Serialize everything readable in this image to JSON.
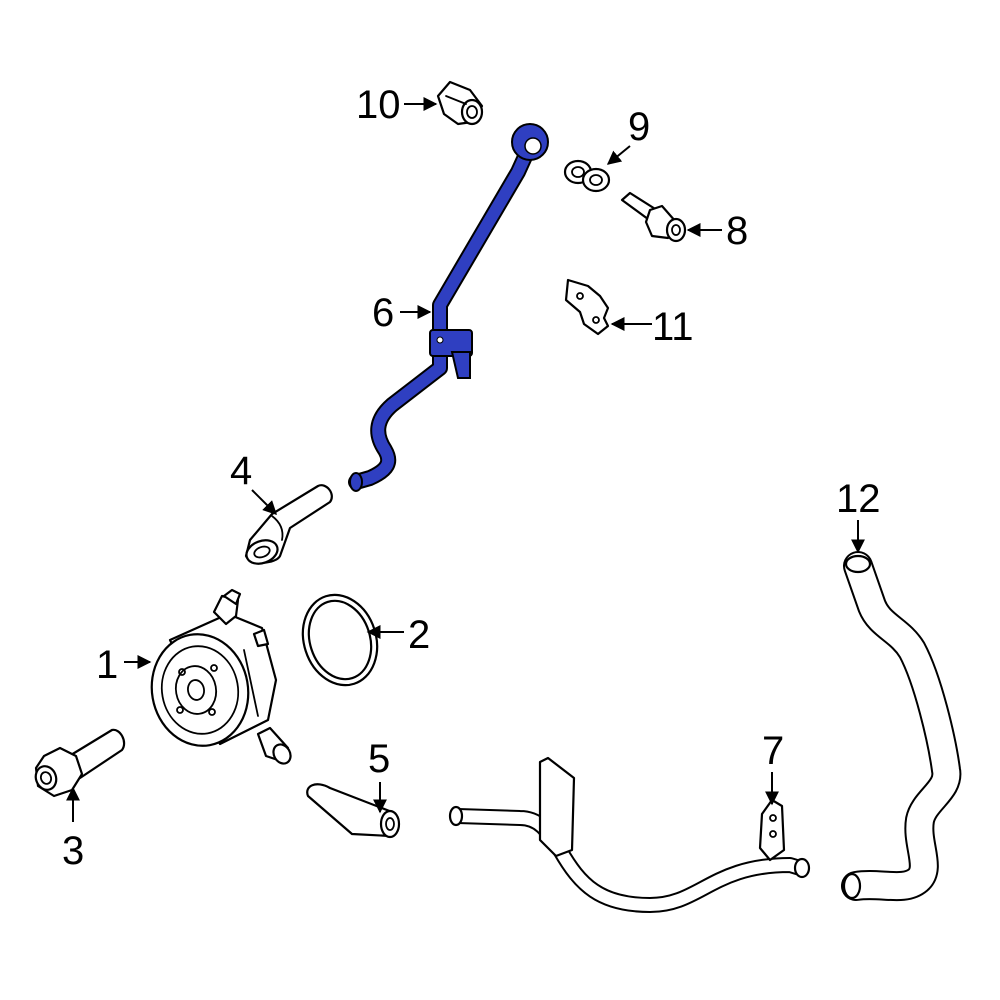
{
  "diagram": {
    "highlight_color": "#2f3fc1",
    "outline_color": "#000000",
    "background_color": "#ffffff",
    "callouts": [
      {
        "id": "1",
        "label": "1"
      },
      {
        "id": "2",
        "label": "2"
      },
      {
        "id": "3",
        "label": "3"
      },
      {
        "id": "4",
        "label": "4"
      },
      {
        "id": "5",
        "label": "5"
      },
      {
        "id": "6",
        "label": "6"
      },
      {
        "id": "7",
        "label": "7"
      },
      {
        "id": "8",
        "label": "8"
      },
      {
        "id": "9",
        "label": "9"
      },
      {
        "id": "10",
        "label": "10"
      },
      {
        "id": "11",
        "label": "11"
      },
      {
        "id": "12",
        "label": "12"
      }
    ]
  }
}
